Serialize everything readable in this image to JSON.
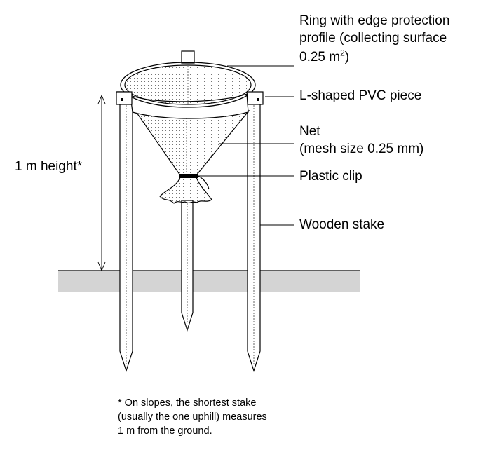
{
  "labels": {
    "ring": {
      "line1": "Ring with edge protection",
      "line2": "profile (collecting surface",
      "line3_prefix": "0.25 m",
      "line3_sup": "2",
      "line3_suffix": ")"
    },
    "pvc": "L-shaped PVC piece",
    "net": {
      "line1": "Net",
      "line2": "(mesh size 0.25 mm)"
    },
    "clip": "Plastic clip",
    "stake": "Wooden stake",
    "height": "1 m height*"
  },
  "footnote": {
    "line1": "* On slopes, the shortest stake",
    "line2": "(usually the one uphill) measures",
    "line3": "1 m from the ground."
  },
  "colors": {
    "ground": "#d4d4d4",
    "line": "#000000",
    "fill": "#ffffff"
  }
}
